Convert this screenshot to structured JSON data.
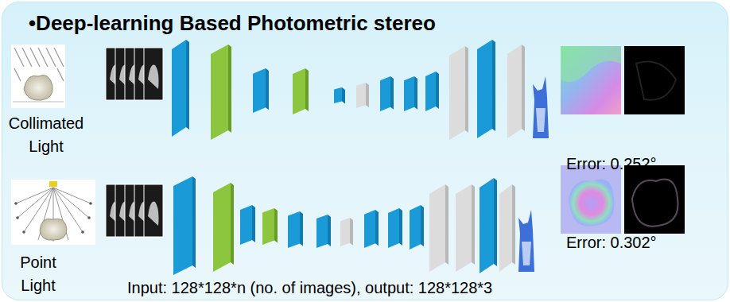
{
  "diagram": {
    "title": "•Deep-learning Based Photometric stereo",
    "labels": [
      "Collimated Light",
      "Point Light",
      "Error: 0.252°",
      "Error: 0.302°",
      "Input: 128*128*n (no. of images), output: 128*128*3"
    ]
  }
}
